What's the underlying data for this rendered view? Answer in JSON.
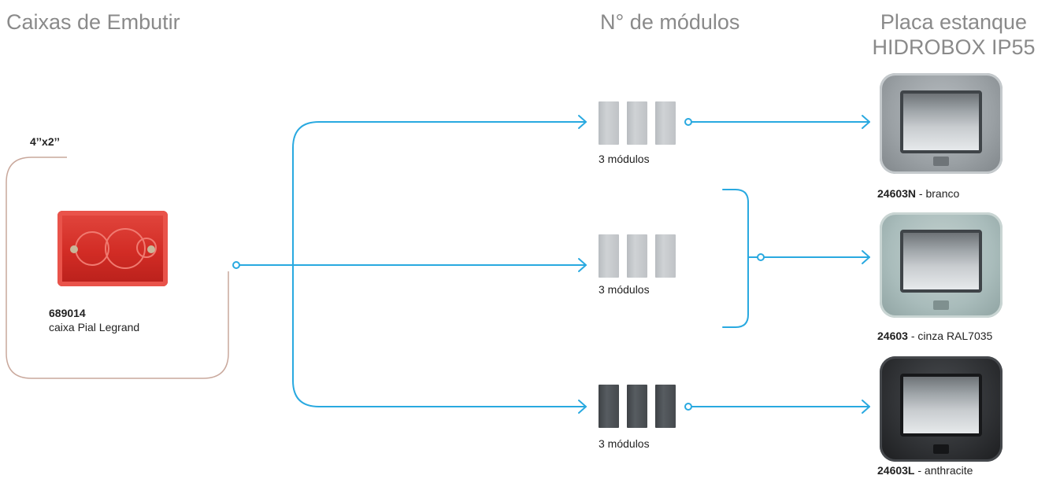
{
  "headers": {
    "left": "Caixas de Embutir",
    "middle": "N° de módulos",
    "right_line1": "Placa estanque",
    "right_line2": "HIDROBOX IP55"
  },
  "box": {
    "size_label": "4’’x2’’",
    "code": "689014",
    "description": "caixa Pial Legrand"
  },
  "modules": [
    {
      "label": "3 módulos",
      "style": "light"
    },
    {
      "label": "3 módulos",
      "style": "light"
    },
    {
      "label": "3 módulos",
      "style": "dark"
    }
  ],
  "plates": [
    {
      "code": "24603N",
      "description": " - branco"
    },
    {
      "code": "24603",
      "description": " - cinza RAL7035"
    },
    {
      "code": "24603L",
      "description": " - anthracite"
    }
  ],
  "colors": {
    "connector": "#29a9e0",
    "bracket": "#c9a89c",
    "header": "#8a8a8a",
    "box_red": "#d22c25",
    "module_light": "#c3c6ca",
    "module_dark": "#4a4e52",
    "plate_grey": "#9aa0a4",
    "plate_teal": "#a9bcbb",
    "plate_anthracite": "#2f3134"
  }
}
